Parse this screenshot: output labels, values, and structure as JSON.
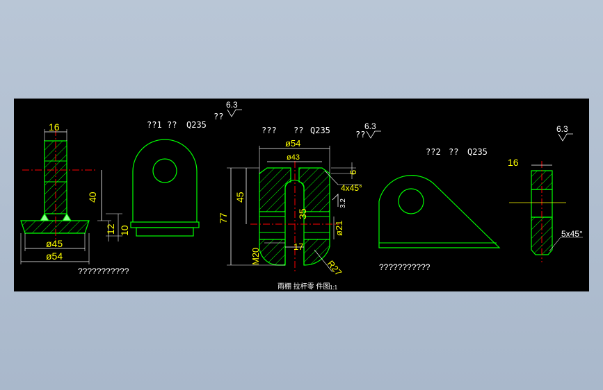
{
  "drawing": {
    "title": "雨棚 拉杆零 件图",
    "scale": "1:1",
    "part_notes": [
      {
        "prefix": "??1",
        "qty": "??",
        "material": "Q235"
      },
      {
        "prefix": "???",
        "qty": "??",
        "material": "Q235"
      },
      {
        "prefix": "??2",
        "qty": "??",
        "material": "Q235"
      }
    ],
    "roughness": [
      "6.3",
      "6.3",
      "6.3"
    ],
    "roughness_prefix": [
      "??",
      "??"
    ],
    "placeholders": [
      "???????????",
      "???????????"
    ]
  },
  "dimensions": {
    "v1_width": "16",
    "v1_height": "40",
    "v1_d45": "ø45",
    "v1_d54": "ø54",
    "v1_12": "12",
    "v1_10": "10",
    "v3_d54": "ø54",
    "v3_d43": "ø43",
    "v3_6": "6",
    "v3_chamfer": "4x45°",
    "v3_rough": "3.2",
    "v3_77": "77",
    "v3_45": "45",
    "v3_35": "35",
    "v3_d21": "ø21",
    "v3_17": "17",
    "v3_M20": "M20",
    "v3_R27": "R27",
    "v5_width": "16",
    "v5_chamfer": "5x45°"
  },
  "colors": {
    "outline": "#00ff00",
    "dimension": "#ffff00",
    "centerline": "#ff0000",
    "text": "#ffffff",
    "canvas": "#000000"
  }
}
